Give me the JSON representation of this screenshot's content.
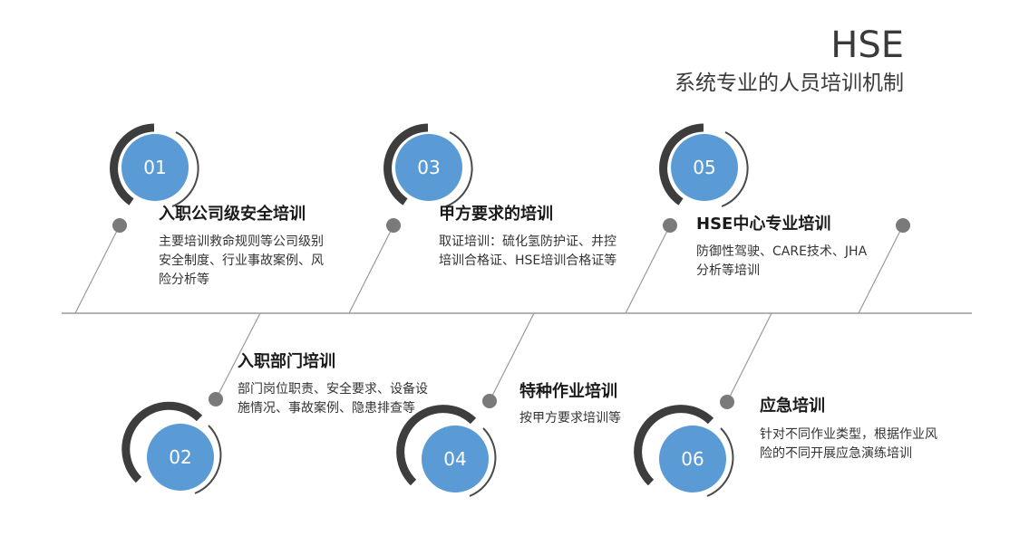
{
  "header": {
    "title": "HSE",
    "subtitle": "系统专业的人员培训机制"
  },
  "colors": {
    "circle_fill": "#5b9bd5",
    "ring_thick": "#3d3d3d",
    "ring_thin": "#4a4a4a",
    "dot": "#7a7a7a",
    "line": "#9a9a9a"
  },
  "steps": [
    {
      "number": "01",
      "title": "入职公司级安全培训",
      "description": "主要培训救命规则等公司级别安全制度、行业事故案例、风险分析等"
    },
    {
      "number": "02",
      "title": "入职部门培训",
      "description": "部门岗位职责、安全要求、设备设施情况、事故案例、隐患排查等"
    },
    {
      "number": "03",
      "title": "甲方要求的培训",
      "description": "取证培训：硫化氢防护证、井控培训合格证、HSE培训合格证等"
    },
    {
      "number": "04",
      "title": "特种作业培训",
      "description": "按甲方要求培训等"
    },
    {
      "number": "05",
      "title": "HSE中心专业培训",
      "description": "防御性驾驶、CARE技术、JHA分析等培训"
    },
    {
      "number": "06",
      "title": "应急培训",
      "description": "针对不同作业类型，根据作业风险的不同开展应急演练培训"
    }
  ]
}
